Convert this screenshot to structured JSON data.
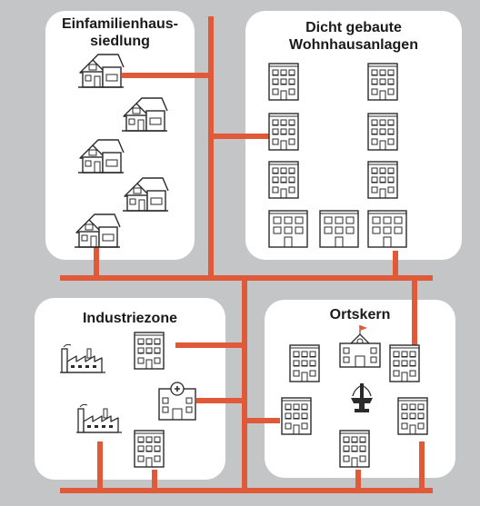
{
  "colors": {
    "background": "#c4c5c7",
    "panel": "#ffffff",
    "network": "#e05a3a",
    "icon_stroke": "#2b2b2b"
  },
  "zones": [
    {
      "id": "einfamilienhaus",
      "title": "Einfamilienhaus-\nsiedlung",
      "icons": [
        "house-icon",
        "house-icon",
        "house-icon",
        "house-icon",
        "house-icon"
      ]
    },
    {
      "id": "dicht",
      "title": "Dicht gebaute\nWohnhausanlagen",
      "icons": [
        "apartment-building-icon"
      ]
    },
    {
      "id": "industrie",
      "title": "Industriezone",
      "icons": [
        "factory-icon",
        "factory-icon",
        "apartment-building-icon",
        "hospital-icon"
      ]
    },
    {
      "id": "ortskern",
      "title": "Ortskern",
      "icons": [
        "town-hall-icon",
        "fountain-icon",
        "apartment-building-icon"
      ]
    }
  ]
}
